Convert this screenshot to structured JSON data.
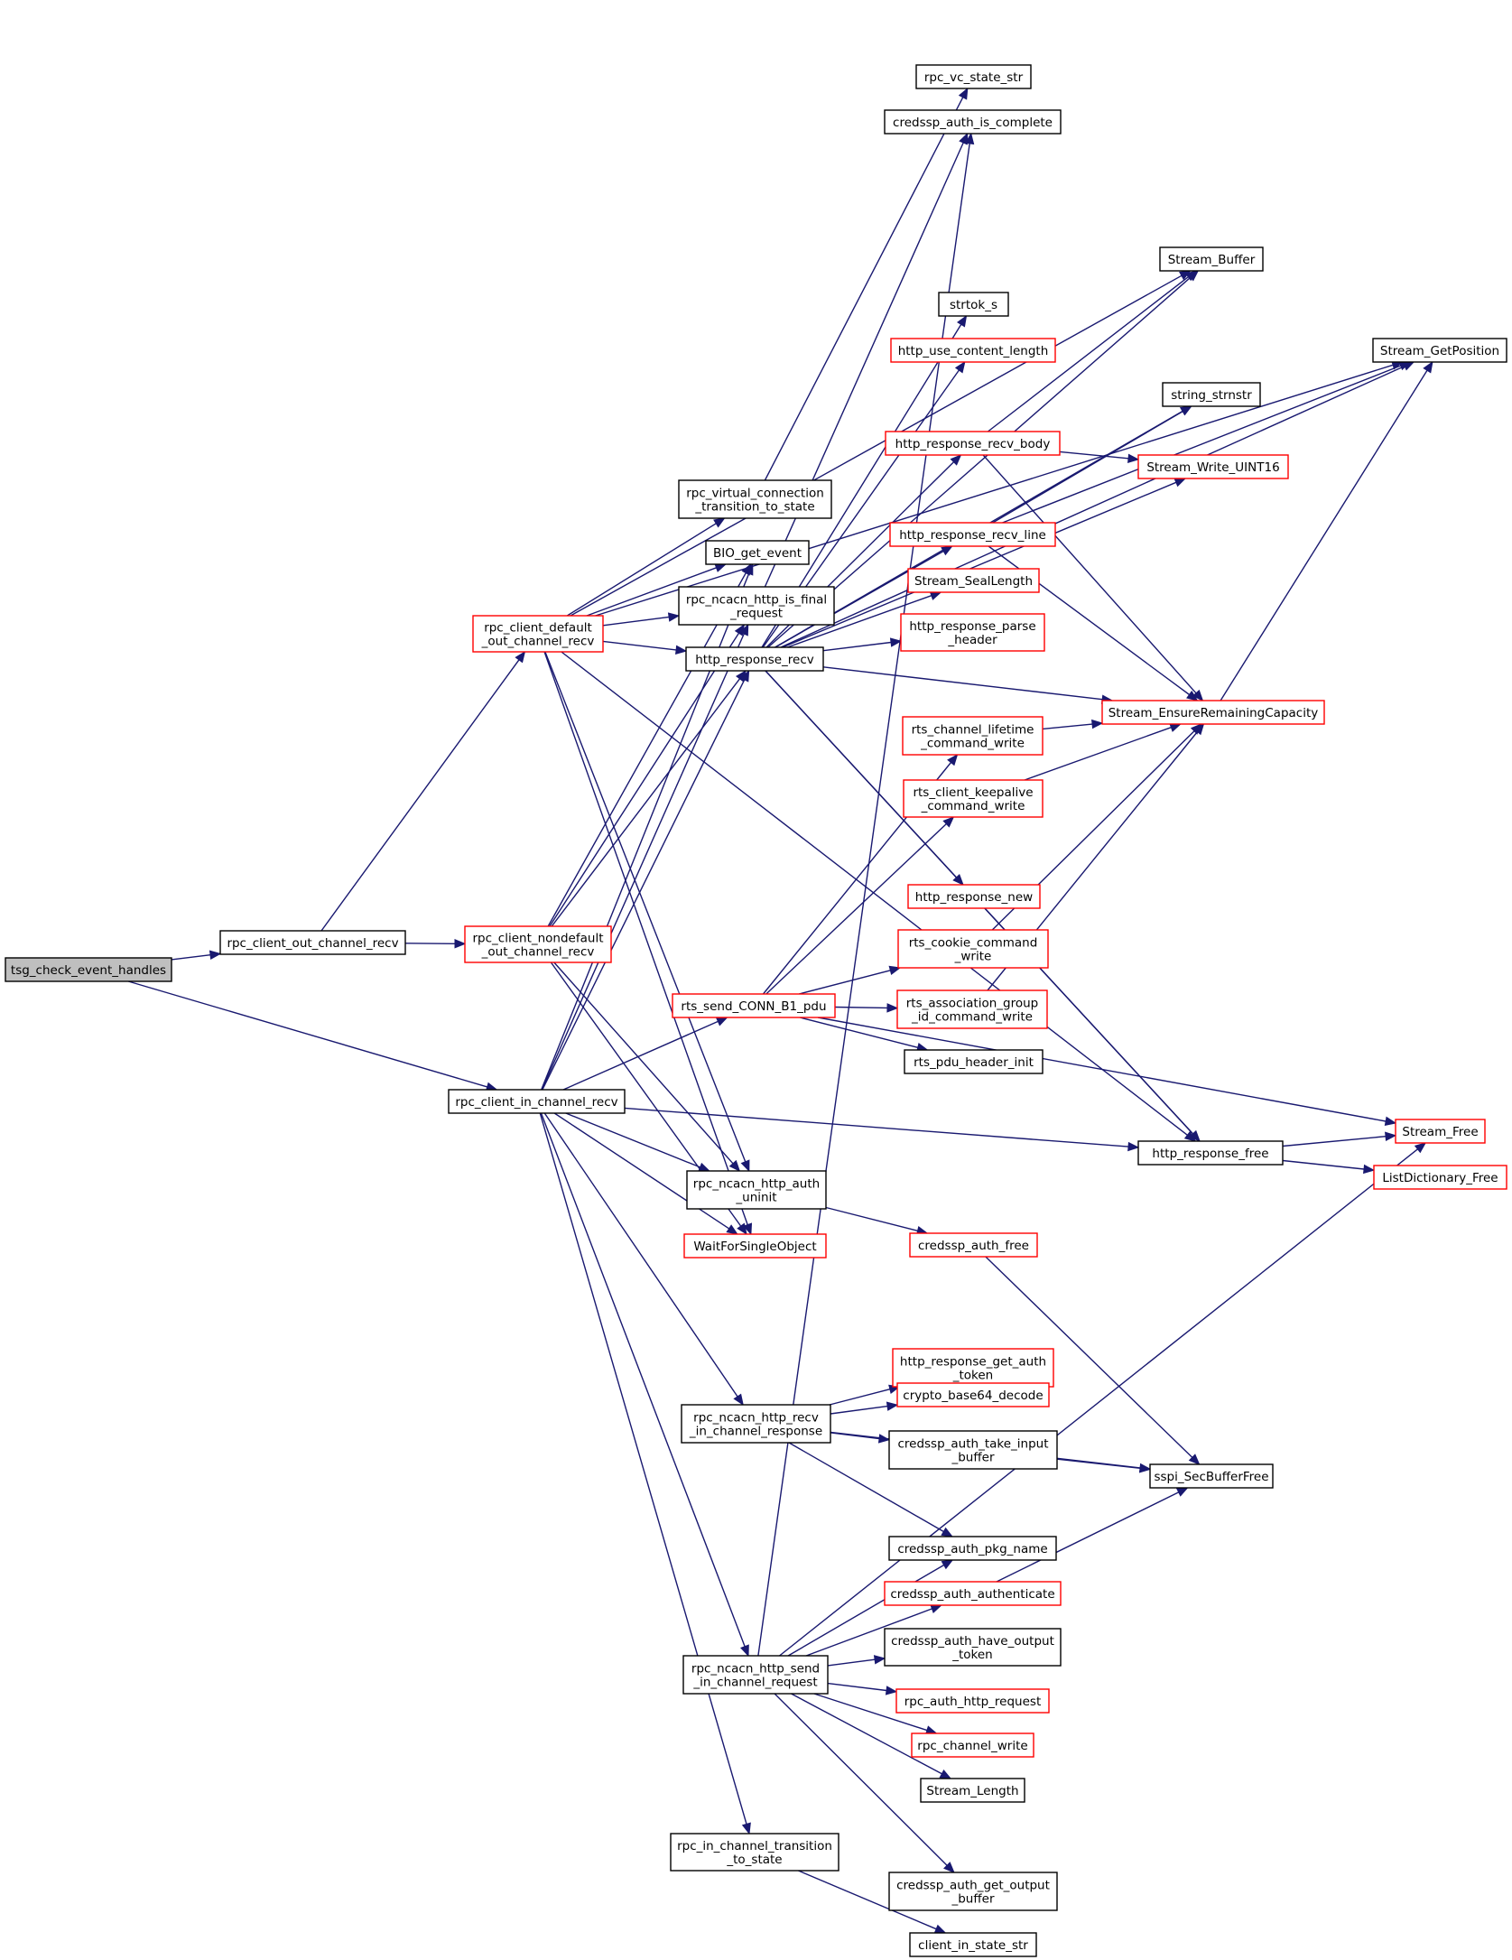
{
  "colors": {
    "edge": "#191970",
    "node_border_default": "#000000",
    "node_border_truncated": "#ff0000",
    "root_fill": "#bfbfbf",
    "node_fill": "#ffffff"
  },
  "nodes": [
    {
      "id": "tsg_check_event_handles",
      "lines": [
        "tsg_check_event_handles"
      ],
      "style": "root"
    },
    {
      "id": "rpc_client_out_channel_recv",
      "lines": [
        "rpc_client_out_channel_recv"
      ],
      "style": "black"
    },
    {
      "id": "rpc_client_in_channel_recv",
      "lines": [
        "rpc_client_in_channel_recv"
      ],
      "style": "black"
    },
    {
      "id": "rpc_client_default_out_channel_recv",
      "lines": [
        "rpc_client_default",
        "_out_channel_recv"
      ],
      "style": "red"
    },
    {
      "id": "rpc_client_nondefault_out_channel_recv",
      "lines": [
        "rpc_client_nondefault",
        "_out_channel_recv"
      ],
      "style": "red"
    },
    {
      "id": "rpc_virtual_connection_transition_to_state",
      "lines": [
        "rpc_virtual_connection",
        "_transition_to_state"
      ],
      "style": "black"
    },
    {
      "id": "BIO_get_event",
      "lines": [
        "BIO_get_event"
      ],
      "style": "black"
    },
    {
      "id": "rpc_ncacn_http_is_final_request",
      "lines": [
        "rpc_ncacn_http_is_final",
        "_request"
      ],
      "style": "black"
    },
    {
      "id": "http_response_recv",
      "lines": [
        "http_response_recv"
      ],
      "style": "black"
    },
    {
      "id": "rts_send_CONN_B1_pdu",
      "lines": [
        "rts_send_CONN_B1_pdu"
      ],
      "style": "red"
    },
    {
      "id": "rpc_ncacn_http_auth_uninit",
      "lines": [
        "rpc_ncacn_http_auth",
        "_uninit"
      ],
      "style": "black"
    },
    {
      "id": "WaitForSingleObject",
      "lines": [
        "WaitForSingleObject"
      ],
      "style": "red"
    },
    {
      "id": "rpc_ncacn_http_recv_in_channel_response",
      "lines": [
        "rpc_ncacn_http_recv",
        "_in_channel_response"
      ],
      "style": "black"
    },
    {
      "id": "rpc_ncacn_http_send_in_channel_request",
      "lines": [
        "rpc_ncacn_http_send",
        "_in_channel_request"
      ],
      "style": "black"
    },
    {
      "id": "rpc_in_channel_transition_to_state",
      "lines": [
        "rpc_in_channel_transition",
        "_to_state"
      ],
      "style": "black"
    },
    {
      "id": "rpc_vc_state_str",
      "lines": [
        "rpc_vc_state_str"
      ],
      "style": "black"
    },
    {
      "id": "credssp_auth_is_complete",
      "lines": [
        "credssp_auth_is_complete"
      ],
      "style": "black"
    },
    {
      "id": "strtok_s",
      "lines": [
        "strtok_s"
      ],
      "style": "black"
    },
    {
      "id": "http_use_content_length",
      "lines": [
        "http_use_content_length"
      ],
      "style": "red"
    },
    {
      "id": "http_response_recv_body",
      "lines": [
        "http_response_recv_body"
      ],
      "style": "red"
    },
    {
      "id": "http_response_recv_line",
      "lines": [
        "http_response_recv_line"
      ],
      "style": "red"
    },
    {
      "id": "Stream_SealLength",
      "lines": [
        "Stream_SealLength"
      ],
      "style": "red"
    },
    {
      "id": "http_response_parse_header",
      "lines": [
        "http_response_parse",
        "_header"
      ],
      "style": "red"
    },
    {
      "id": "rts_channel_lifetime_command_write",
      "lines": [
        "rts_channel_lifetime",
        "_command_write"
      ],
      "style": "red"
    },
    {
      "id": "rts_client_keepalive_command_write",
      "lines": [
        "rts_client_keepalive",
        "_command_write"
      ],
      "style": "red"
    },
    {
      "id": "http_response_new",
      "lines": [
        "http_response_new"
      ],
      "style": "red"
    },
    {
      "id": "rts_cookie_command_write",
      "lines": [
        "rts_cookie_command",
        "_write"
      ],
      "style": "red"
    },
    {
      "id": "rts_association_group_id_command_write",
      "lines": [
        "rts_association_group",
        "_id_command_write"
      ],
      "style": "red"
    },
    {
      "id": "rts_pdu_header_init",
      "lines": [
        "rts_pdu_header_init"
      ],
      "style": "black"
    },
    {
      "id": "http_response_free",
      "lines": [
        "http_response_free"
      ],
      "style": "black"
    },
    {
      "id": "credssp_auth_free",
      "lines": [
        "credssp_auth_free"
      ],
      "style": "red"
    },
    {
      "id": "http_response_get_auth_token",
      "lines": [
        "http_response_get_auth",
        "_token"
      ],
      "style": "red"
    },
    {
      "id": "crypto_base64_decode",
      "lines": [
        "crypto_base64_decode"
      ],
      "style": "red"
    },
    {
      "id": "credssp_auth_take_input_buffer",
      "lines": [
        "credssp_auth_take_input",
        "_buffer"
      ],
      "style": "black"
    },
    {
      "id": "credssp_auth_pkg_name",
      "lines": [
        "credssp_auth_pkg_name"
      ],
      "style": "black"
    },
    {
      "id": "credssp_auth_authenticate",
      "lines": [
        "credssp_auth_authenticate"
      ],
      "style": "red"
    },
    {
      "id": "credssp_auth_have_output_token",
      "lines": [
        "credssp_auth_have_output",
        "_token"
      ],
      "style": "black"
    },
    {
      "id": "rpc_auth_http_request",
      "lines": [
        "rpc_auth_http_request"
      ],
      "style": "red"
    },
    {
      "id": "rpc_channel_write",
      "lines": [
        "rpc_channel_write"
      ],
      "style": "red"
    },
    {
      "id": "Stream_Length",
      "lines": [
        "Stream_Length"
      ],
      "style": "black"
    },
    {
      "id": "credssp_auth_get_output_buffer",
      "lines": [
        "credssp_auth_get_output",
        "_buffer"
      ],
      "style": "black"
    },
    {
      "id": "client_in_state_str",
      "lines": [
        "client_in_state_str"
      ],
      "style": "black"
    },
    {
      "id": "Stream_Buffer",
      "lines": [
        "Stream_Buffer"
      ],
      "style": "black"
    },
    {
      "id": "string_strnstr",
      "lines": [
        "string_strnstr"
      ],
      "style": "black"
    },
    {
      "id": "Stream_Write_UINT16",
      "lines": [
        "Stream_Write_UINT16"
      ],
      "style": "red"
    },
    {
      "id": "Stream_EnsureRemainingCapacity",
      "lines": [
        "Stream_EnsureRemainingCapacity"
      ],
      "style": "red"
    },
    {
      "id": "sspi_SecBufferFree",
      "lines": [
        "sspi_SecBufferFree"
      ],
      "style": "black"
    },
    {
      "id": "Stream_GetPosition",
      "lines": [
        "Stream_GetPosition"
      ],
      "style": "black"
    },
    {
      "id": "Stream_Free",
      "lines": [
        "Stream_Free"
      ],
      "style": "red"
    },
    {
      "id": "ListDictionary_Free",
      "lines": [
        "ListDictionary_Free"
      ],
      "style": "red"
    }
  ],
  "edges": [
    [
      "tsg_check_event_handles",
      "rpc_client_out_channel_recv"
    ],
    [
      "tsg_check_event_handles",
      "rpc_client_in_channel_recv"
    ],
    [
      "rpc_client_out_channel_recv",
      "rpc_client_default_out_channel_recv"
    ],
    [
      "rpc_client_out_channel_recv",
      "rpc_client_nondefault_out_channel_recv"
    ],
    [
      "rpc_client_default_out_channel_recv",
      "rpc_virtual_connection_transition_to_state"
    ],
    [
      "rpc_client_default_out_channel_recv",
      "BIO_get_event"
    ],
    [
      "rpc_client_default_out_channel_recv",
      "rpc_ncacn_http_is_final_request"
    ],
    [
      "rpc_client_default_out_channel_recv",
      "http_response_recv"
    ],
    [
      "rpc_client_default_out_channel_recv",
      "Stream_Buffer"
    ],
    [
      "rpc_client_default_out_channel_recv",
      "Stream_GetPosition"
    ],
    [
      "rpc_client_default_out_channel_recv",
      "rpc_ncacn_http_auth_uninit"
    ],
    [
      "rpc_client_default_out_channel_recv",
      "WaitForSingleObject"
    ],
    [
      "rpc_client_default_out_channel_recv",
      "http_response_free"
    ],
    [
      "rpc_client_nondefault_out_channel_recv",
      "BIO_get_event"
    ],
    [
      "rpc_client_nondefault_out_channel_recv",
      "rpc_ncacn_http_is_final_request"
    ],
    [
      "rpc_client_nondefault_out_channel_recv",
      "http_response_recv"
    ],
    [
      "rpc_client_nondefault_out_channel_recv",
      "rpc_ncacn_http_auth_uninit"
    ],
    [
      "rpc_client_nondefault_out_channel_recv",
      "WaitForSingleObject"
    ],
    [
      "rpc_client_in_channel_recv",
      "BIO_get_event"
    ],
    [
      "rpc_client_in_channel_recv",
      "rpc_ncacn_http_is_final_request"
    ],
    [
      "rpc_client_in_channel_recv",
      "http_response_recv"
    ],
    [
      "rpc_client_in_channel_recv",
      "rts_send_CONN_B1_pdu"
    ],
    [
      "rpc_client_in_channel_recv",
      "rpc_ncacn_http_auth_uninit"
    ],
    [
      "rpc_client_in_channel_recv",
      "WaitForSingleObject"
    ],
    [
      "rpc_client_in_channel_recv",
      "http_response_free"
    ],
    [
      "rpc_client_in_channel_recv",
      "rpc_ncacn_http_recv_in_channel_response"
    ],
    [
      "rpc_client_in_channel_recv",
      "rpc_ncacn_http_send_in_channel_request"
    ],
    [
      "rpc_client_in_channel_recv",
      "rpc_in_channel_transition_to_state"
    ],
    [
      "rpc_virtual_connection_transition_to_state",
      "rpc_vc_state_str"
    ],
    [
      "rpc_ncacn_http_is_final_request",
      "credssp_auth_is_complete"
    ],
    [
      "http_response_recv",
      "Stream_Buffer"
    ],
    [
      "http_response_recv",
      "Stream_GetPosition"
    ],
    [
      "http_response_recv",
      "strtok_s"
    ],
    [
      "http_response_recv",
      "string_strnstr"
    ],
    [
      "http_response_recv",
      "http_use_content_length"
    ],
    [
      "http_response_recv",
      "http_response_recv_body"
    ],
    [
      "http_response_recv",
      "Stream_Write_UINT16"
    ],
    [
      "http_response_recv",
      "http_response_recv_line"
    ],
    [
      "http_response_recv",
      "Stream_SealLength"
    ],
    [
      "http_response_recv",
      "http_response_parse_header"
    ],
    [
      "http_response_recv",
      "Stream_EnsureRemainingCapacity"
    ],
    [
      "http_response_recv",
      "http_response_new"
    ],
    [
      "http_response_recv",
      "http_response_free"
    ],
    [
      "http_response_recv_body",
      "Stream_Buffer"
    ],
    [
      "http_response_recv_body",
      "Stream_Write_UINT16"
    ],
    [
      "http_response_recv_body",
      "Stream_EnsureRemainingCapacity"
    ],
    [
      "http_response_recv_line",
      "string_strnstr"
    ],
    [
      "http_response_recv_line",
      "Stream_GetPosition"
    ],
    [
      "http_response_recv_line",
      "Stream_EnsureRemainingCapacity"
    ],
    [
      "Stream_EnsureRemainingCapacity",
      "Stream_GetPosition"
    ],
    [
      "rts_send_CONN_B1_pdu",
      "rts_channel_lifetime_command_write"
    ],
    [
      "rts_send_CONN_B1_pdu",
      "rts_client_keepalive_command_write"
    ],
    [
      "rts_send_CONN_B1_pdu",
      "rts_cookie_command_write"
    ],
    [
      "rts_send_CONN_B1_pdu",
      "rts_association_group_id_command_write"
    ],
    [
      "rts_send_CONN_B1_pdu",
      "rts_pdu_header_init"
    ],
    [
      "rts_send_CONN_B1_pdu",
      "Stream_Free"
    ],
    [
      "rts_channel_lifetime_command_write",
      "Stream_EnsureRemainingCapacity"
    ],
    [
      "rts_client_keepalive_command_write",
      "Stream_EnsureRemainingCapacity"
    ],
    [
      "rts_cookie_command_write",
      "Stream_EnsureRemainingCapacity"
    ],
    [
      "rts_association_group_id_command_write",
      "Stream_EnsureRemainingCapacity"
    ],
    [
      "http_response_new",
      "http_response_free"
    ],
    [
      "http_response_free",
      "Stream_Free"
    ],
    [
      "http_response_free",
      "ListDictionary_Free"
    ],
    [
      "rpc_ncacn_http_auth_uninit",
      "credssp_auth_free"
    ],
    [
      "credssp_auth_free",
      "sspi_SecBufferFree"
    ],
    [
      "rpc_ncacn_http_recv_in_channel_response",
      "http_response_get_auth_token"
    ],
    [
      "rpc_ncacn_http_recv_in_channel_response",
      "crypto_base64_decode"
    ],
    [
      "rpc_ncacn_http_recv_in_channel_response",
      "credssp_auth_take_input_buffer"
    ],
    [
      "rpc_ncacn_http_recv_in_channel_response",
      "sspi_SecBufferFree"
    ],
    [
      "rpc_ncacn_http_recv_in_channel_response",
      "credssp_auth_pkg_name"
    ],
    [
      "credssp_auth_take_input_buffer",
      "sspi_SecBufferFree"
    ],
    [
      "rpc_ncacn_http_send_in_channel_request",
      "credssp_auth_is_complete"
    ],
    [
      "rpc_ncacn_http_send_in_channel_request",
      "credssp_auth_pkg_name"
    ],
    [
      "rpc_ncacn_http_send_in_channel_request",
      "credssp_auth_authenticate"
    ],
    [
      "rpc_ncacn_http_send_in_channel_request",
      "credssp_auth_have_output_token"
    ],
    [
      "rpc_ncacn_http_send_in_channel_request",
      "rpc_auth_http_request"
    ],
    [
      "rpc_ncacn_http_send_in_channel_request",
      "rpc_channel_write"
    ],
    [
      "rpc_ncacn_http_send_in_channel_request",
      "Stream_Length"
    ],
    [
      "rpc_ncacn_http_send_in_channel_request",
      "credssp_auth_get_output_buffer"
    ],
    [
      "rpc_ncacn_http_send_in_channel_request",
      "Stream_Free"
    ],
    [
      "credssp_auth_authenticate",
      "sspi_SecBufferFree"
    ],
    [
      "rpc_in_channel_transition_to_state",
      "client_in_state_str"
    ]
  ]
}
